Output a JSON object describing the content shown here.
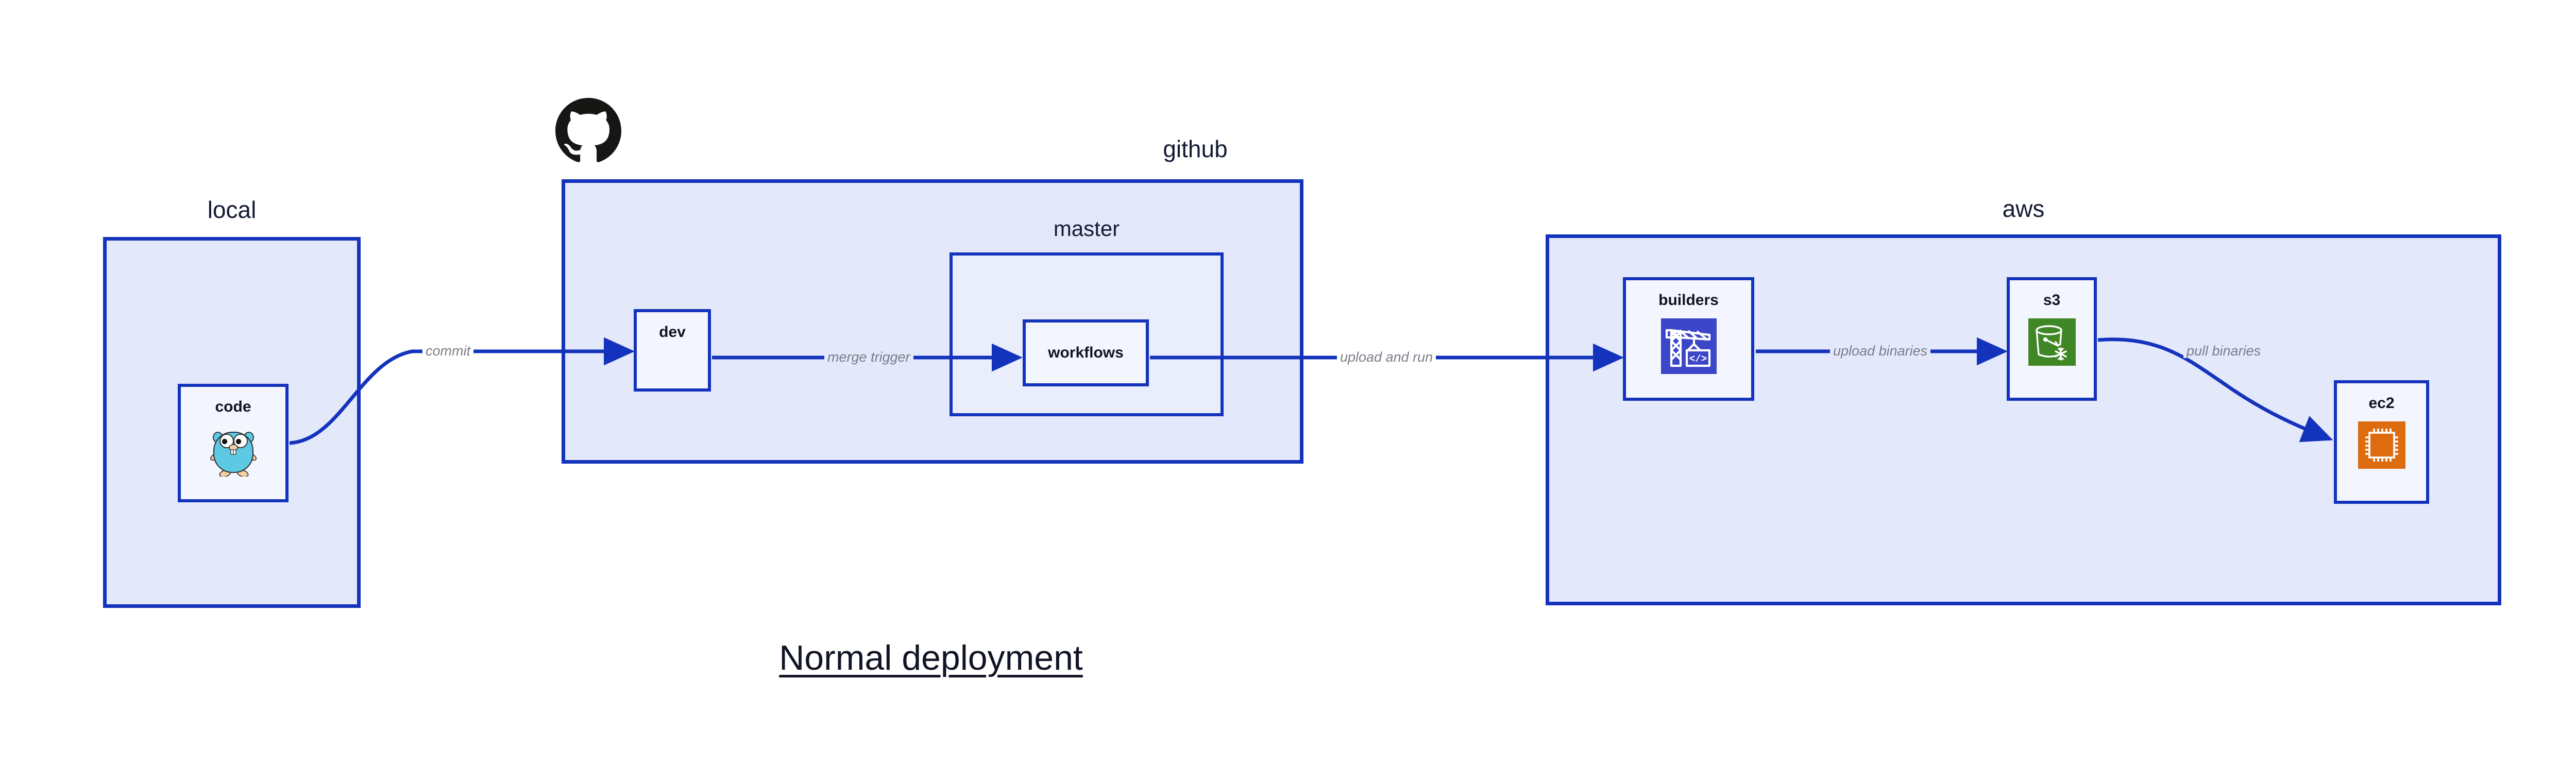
{
  "title": "Normal deployment",
  "colors": {
    "border_blue": "#1433BC",
    "zone_fill": "#E3E8FB",
    "zone_inner_fill": "#E9EDFC",
    "node_fill": "#F3F6FE",
    "edge_label_gray": "#7D7D88",
    "text_dark": "#101425",
    "aws_builders_blue": "#3C46C8",
    "aws_s3_green": "#3F8624",
    "aws_ec2_orange": "#DD6B10",
    "gopher_cyan": "#5DC9E2",
    "octocat_black": "#161614"
  },
  "zones": [
    {
      "id": "local",
      "label": "local"
    },
    {
      "id": "github",
      "label": "github"
    },
    {
      "id": "master",
      "label": "master"
    },
    {
      "id": "aws",
      "label": "aws"
    }
  ],
  "nodes": [
    {
      "id": "code",
      "label": "code",
      "icon": "go-gopher-icon"
    },
    {
      "id": "dev",
      "label": "dev",
      "icon": null
    },
    {
      "id": "workflows",
      "label": "workflows",
      "icon": null
    },
    {
      "id": "builders",
      "label": "builders",
      "icon": "aws-crane-builders-icon"
    },
    {
      "id": "s3",
      "label": "s3",
      "icon": "aws-s3-bucket-icon"
    },
    {
      "id": "ec2",
      "label": "ec2",
      "icon": "aws-ec2-chip-icon"
    }
  ],
  "edges": [
    {
      "id": "code-to-dev",
      "label": "commit",
      "from": "code",
      "to": "dev"
    },
    {
      "id": "dev-to-workflows",
      "label": "merge trigger",
      "from": "dev",
      "to": "workflows"
    },
    {
      "id": "workflows-to-builders",
      "label": "upload and run",
      "from": "workflows",
      "to": "builders"
    },
    {
      "id": "builders-to-s3",
      "label": "upload binaries",
      "from": "builders",
      "to": "s3"
    },
    {
      "id": "s3-to-ec2",
      "label": "pull binaries",
      "from": "s3",
      "to": "ec2"
    }
  ],
  "logos": [
    {
      "id": "github-octocat",
      "name": "github-octocat-icon"
    }
  ]
}
